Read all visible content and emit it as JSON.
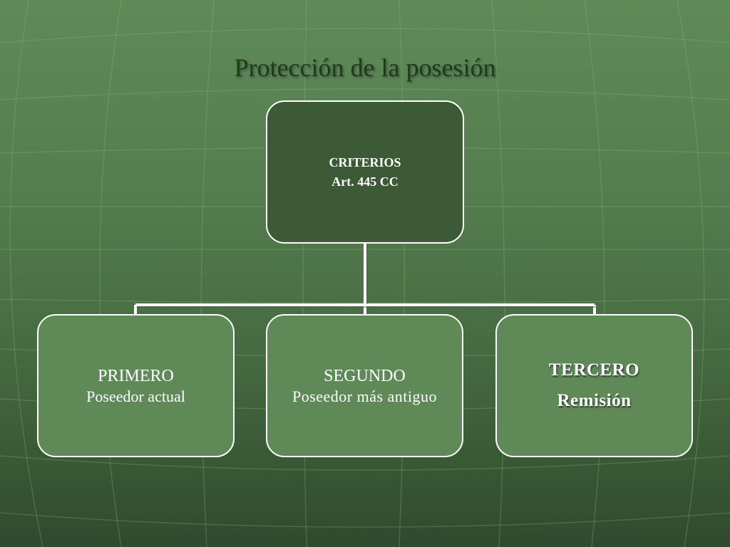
{
  "slide": {
    "title": "Protección de la posesión"
  },
  "diagram": {
    "root": {
      "line1": "CRITERIOS",
      "line2": "Art. 445 CC"
    },
    "children": [
      {
        "line1": "PRIMERO",
        "line2": "Poseedor actual"
      },
      {
        "line1": "SEGUNDO",
        "line2": "Poseedor más antiguo"
      },
      {
        "line1": "TERCERO",
        "line2": "Remisión"
      }
    ]
  },
  "colors": {
    "root_fill": "#3d5a37",
    "child_fill": "#5f8a58",
    "border": "#ffffff",
    "title_text": "#1f3a1f"
  }
}
